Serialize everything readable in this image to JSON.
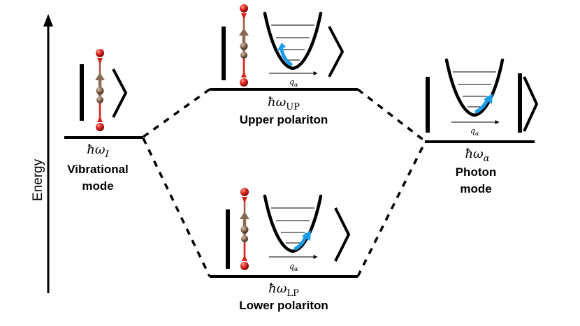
{
  "axis": {
    "label": "Energy"
  },
  "levels": {
    "vibrational": {
      "symbol": "ħω",
      "subscript": "I",
      "label_line1": "Vibrational",
      "label_line2": "mode"
    },
    "upper": {
      "symbol": "ħω",
      "subscript": "UP",
      "label": "Upper polariton"
    },
    "lower": {
      "symbol": "ħω",
      "subscript": "LP",
      "label": "Lower polariton"
    },
    "photon": {
      "symbol": "ħω",
      "subscript": "α",
      "label_line1": "Photon",
      "label_line2": "mode"
    }
  },
  "coordinate": {
    "symbol": "q",
    "subscript": "α"
  },
  "colors": {
    "line": "#000000",
    "atom_red": "#d9201c",
    "atom_brown": "#8a6a52",
    "arrow_blue": "#1a9ce8"
  }
}
